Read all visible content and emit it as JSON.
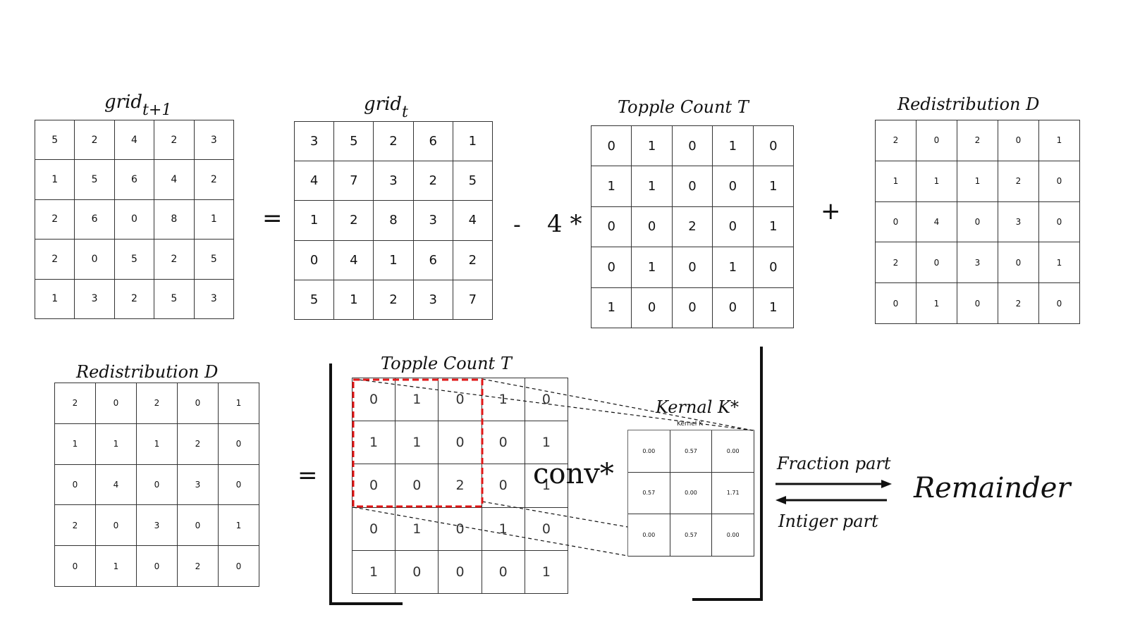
{
  "equation1": {
    "lhs_label_main": "grid",
    "lhs_label_sub": "t+1",
    "lhs_grid": [
      [
        5,
        2,
        4,
        2,
        3
      ],
      [
        1,
        5,
        6,
        4,
        2
      ],
      [
        2,
        6,
        0,
        8,
        1
      ],
      [
        2,
        0,
        5,
        2,
        5
      ],
      [
        1,
        3,
        2,
        5,
        3
      ]
    ],
    "equals": "=",
    "grid_t_label_main": "grid",
    "grid_t_label_sub": "t",
    "grid_t": [
      [
        3,
        5,
        2,
        6,
        1
      ],
      [
        4,
        7,
        3,
        2,
        5
      ],
      [
        1,
        2,
        8,
        3,
        4
      ],
      [
        0,
        4,
        1,
        6,
        2
      ],
      [
        5,
        1,
        2,
        3,
        7
      ]
    ],
    "minus": "-",
    "coefficient": "4 *",
    "topple_label": "Topple Count T",
    "topple_grid": [
      [
        0,
        1,
        0,
        1,
        0
      ],
      [
        1,
        1,
        0,
        0,
        1
      ],
      [
        0,
        0,
        2,
        0,
        1
      ],
      [
        0,
        1,
        0,
        1,
        0
      ],
      [
        1,
        0,
        0,
        0,
        1
      ]
    ],
    "plus": "+",
    "redist_label": "Redistribution D",
    "redist_grid": [
      [
        2,
        0,
        2,
        0,
        1
      ],
      [
        1,
        1,
        1,
        2,
        0
      ],
      [
        0,
        4,
        0,
        3,
        0
      ],
      [
        2,
        0,
        3,
        0,
        1
      ],
      [
        0,
        1,
        0,
        2,
        0
      ]
    ]
  },
  "equation2": {
    "redist_label": "Redistribution D",
    "redist_grid": [
      [
        2,
        0,
        2,
        0,
        1
      ],
      [
        1,
        1,
        1,
        2,
        0
      ],
      [
        0,
        4,
        0,
        3,
        0
      ],
      [
        2,
        0,
        3,
        0,
        1
      ],
      [
        0,
        1,
        0,
        2,
        0
      ]
    ],
    "equals": "=",
    "topple_label": "Topple Count T",
    "topple_grid": [
      [
        0,
        1,
        0,
        1,
        0
      ],
      [
        1,
        1,
        0,
        0,
        1
      ],
      [
        0,
        0,
        2,
        0,
        1
      ],
      [
        0,
        1,
        0,
        1,
        0
      ],
      [
        1,
        0,
        0,
        0,
        1
      ]
    ],
    "conv_label": "conv*",
    "kernel_label": "Kernal K*",
    "kernel_inner_title": "Kernel K",
    "kernel_grid": [
      [
        "0.00",
        "0.57",
        "0.00"
      ],
      [
        "0.57",
        "0.00",
        "1.71"
      ],
      [
        "0.00",
        "0.57",
        "0.00"
      ]
    ],
    "fraction_label": "Fraction part",
    "integer_label": "Intiger part",
    "remainder_label": "Remainder"
  }
}
